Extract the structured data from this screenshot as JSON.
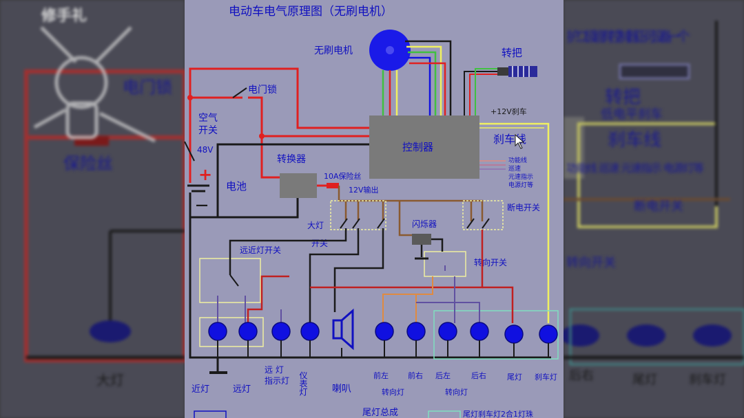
{
  "diagram": {
    "title": "电动车电气原理图（无刷电机）",
    "motor_label": "无刷电机",
    "throttle_label": "转把",
    "controller_label": "控制器",
    "key_switch_label": "电门锁",
    "air_switch_label_1": "空气",
    "air_switch_label_2": "开关",
    "voltage_48_label": "48V",
    "battery_label": "电池",
    "plus_sign": "+",
    "minus_sign": "—",
    "converter_label": "转换器",
    "fuse_label": "10A保险丝",
    "output_12v_label": "12V输出",
    "plus_12v_label": "+12V刹车",
    "brake_line_label": "刹车线",
    "func_line_1": "功能线",
    "func_line_2": "巡速",
    "func_line_3": "元速指示",
    "func_line_4": "电源灯等",
    "power_cut_label": "断电开关",
    "headlight_switch_label_1": "大灯",
    "headlight_switch_label_2": "开关",
    "flasher_label": "闪烁器",
    "turn_switch_label": "转向开关",
    "beam_switch_label": "远近灯开关",
    "bottom": {
      "near_light": "近灯",
      "far_light": "远灯",
      "far_indicator_1": "远 灯",
      "far_indicator_2": "指示灯",
      "instrument_light": "仪表灯",
      "horn": "喇叭",
      "front_left": "前左",
      "front_right": "前右",
      "turn_light_left": "转向灯",
      "rear_left": "后左",
      "rear_right": "后右",
      "turn_light_right": "转向灯",
      "tail_light": "尾灯",
      "brake_light": "刹车灯",
      "tail_assembly": "尾灯总成",
      "tail_brake_combo": "尾灯刹车灯2合1灯珠"
    }
  },
  "background_left": {
    "key_label": "电门锁",
    "fuse_label": "保险丝",
    "headlight_label": "大灯",
    "watermark_text": "修手礼"
  },
  "background_right": {
    "top_text": "护二极管有 控制器正可 设备一个",
    "throttle_label": "转把",
    "brake_sub_label": "低电平刹车",
    "brake_line_label": "刹车线",
    "func_lines": "功能线 巡速 元速指示 电源灯等",
    "power_cut_label": "断电开关",
    "turn_switch_label": "转向开关",
    "rear_right": "后右",
    "tail_light": "尾灯",
    "brake_light": "刹车灯"
  },
  "colors": {
    "panel_bg": "#9a9ab8",
    "controller_fill": "#7a7a7a",
    "bulb_fill": "#1010e0",
    "motor_fill": "#1a1ae8",
    "wire_red": "#e02020",
    "wire_black": "#101010",
    "wire_yellow": "#f0f060",
    "wire_green": "#40c040",
    "wire_brown": "#8a5a30",
    "wire_orange": "#e08a40",
    "wire_purple": "#6050a0",
    "label_blue": "#1010c0"
  }
}
